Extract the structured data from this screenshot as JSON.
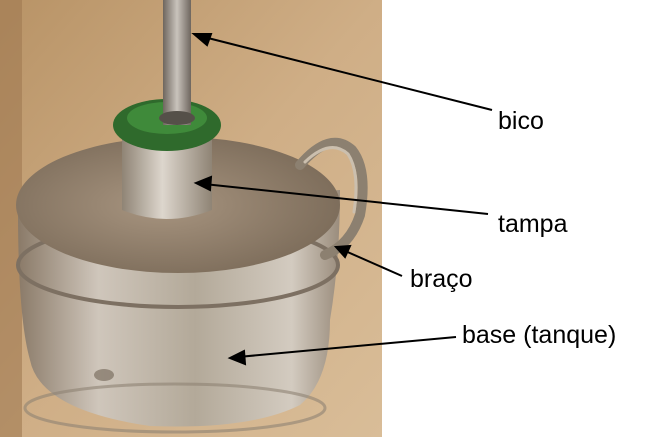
{
  "labels": {
    "bico": "bico",
    "tampa": "tampa",
    "braco": "braço",
    "base": "base (tanque)"
  },
  "colors": {
    "background_photo": "#c9a57a",
    "metal": "#b7aea3",
    "green_ring": "#2e6b2e",
    "annotation": "#000000"
  }
}
